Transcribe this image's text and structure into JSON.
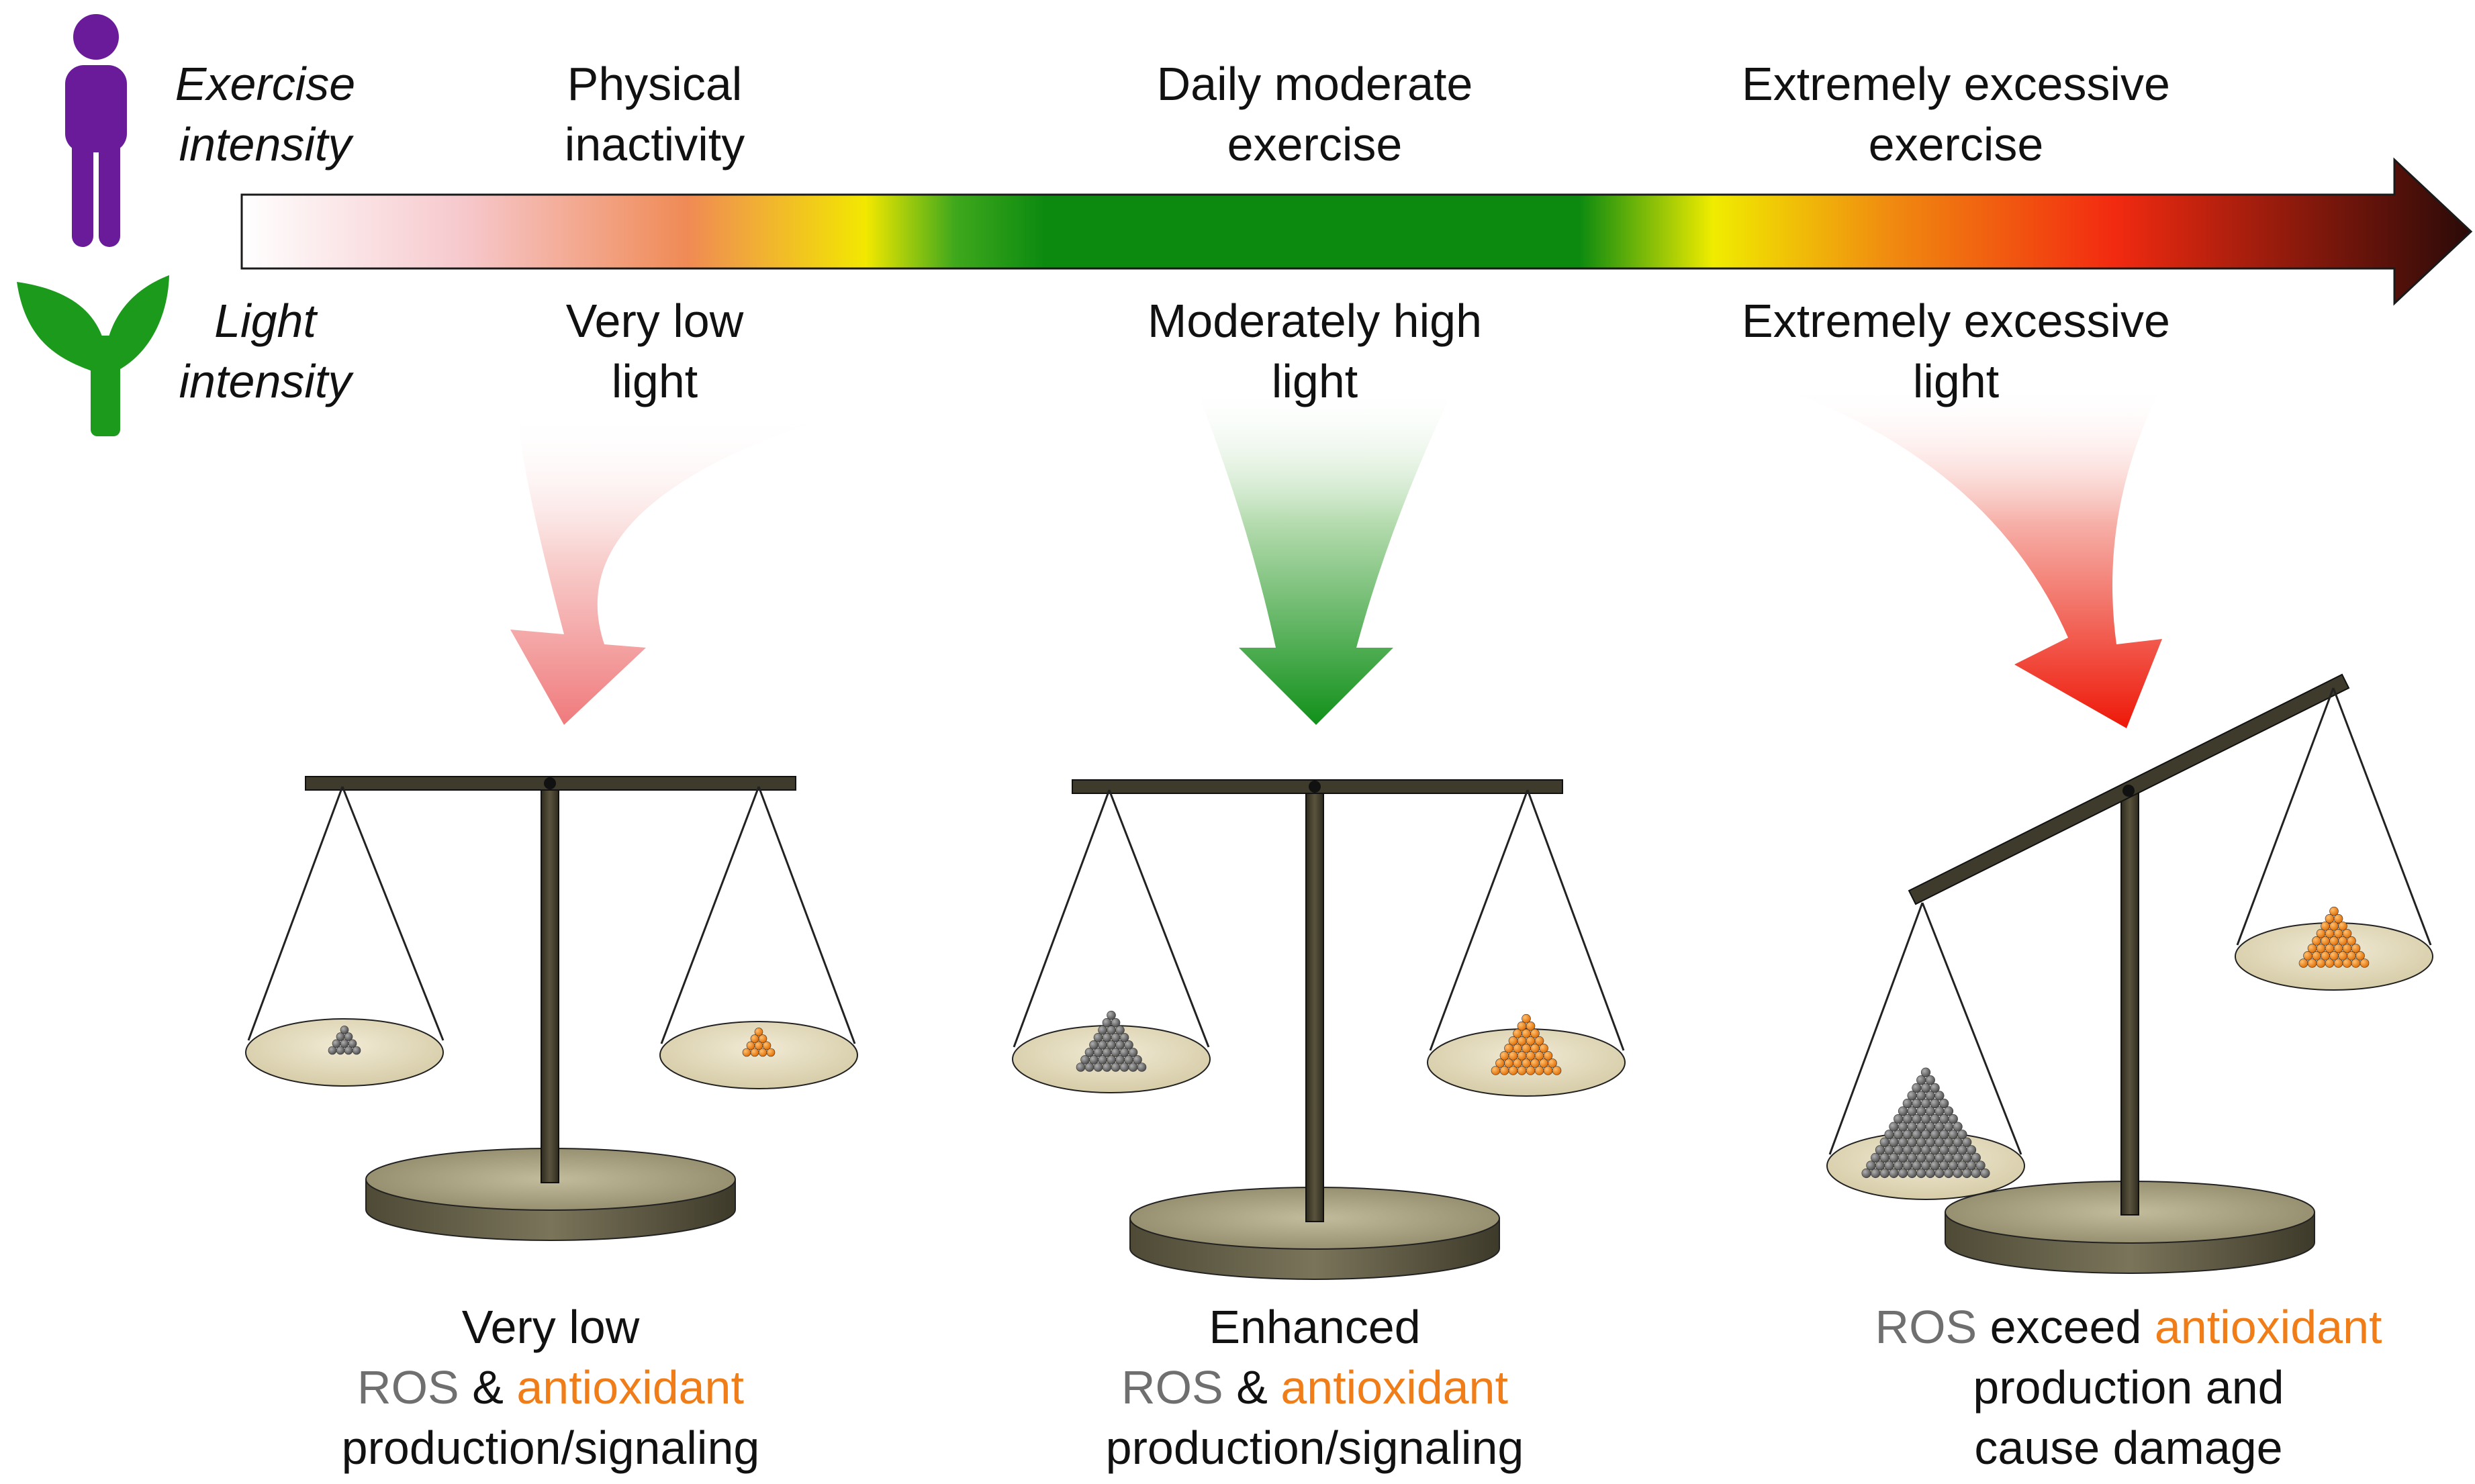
{
  "header": {
    "exercise_label": [
      "Exercise",
      "intensity"
    ],
    "light_label": [
      "Light",
      "intensity"
    ]
  },
  "stages": [
    {
      "exercise": [
        "Physical",
        "inactivity"
      ],
      "light": [
        "Very low",
        "light"
      ],
      "caption_line1": "Very low",
      "caption_ros": "ROS",
      "caption_amp": " & ",
      "caption_anti": "antioxidant",
      "caption_line3": "production/signaling"
    },
    {
      "exercise": [
        "Daily moderate",
        "exercise"
      ],
      "light": [
        "Moderately high",
        "light"
      ],
      "caption_line1": "Enhanced",
      "caption_ros": "ROS",
      "caption_amp": " & ",
      "caption_anti": "antioxidant",
      "caption_line3": "production/signaling"
    },
    {
      "exercise": [
        "Extremely excessive",
        "exercise"
      ],
      "light": [
        "Extremely excessive",
        "light"
      ],
      "caption_ros": "ROS",
      "caption_mid": " exceed ",
      "caption_anti": "antioxidant",
      "caption_line2": "production and",
      "caption_line3": "cause damage"
    }
  ],
  "colors": {
    "person": "#6a1b9a",
    "plant": "#1c9a1c",
    "ros": "#6f6f6f",
    "antioxidant": "#f07d18",
    "beam": "#3e3a2c",
    "pan": "#e8dfc4",
    "base": "#8a8468"
  },
  "icons": [
    "person-icon",
    "sprout-icon"
  ]
}
